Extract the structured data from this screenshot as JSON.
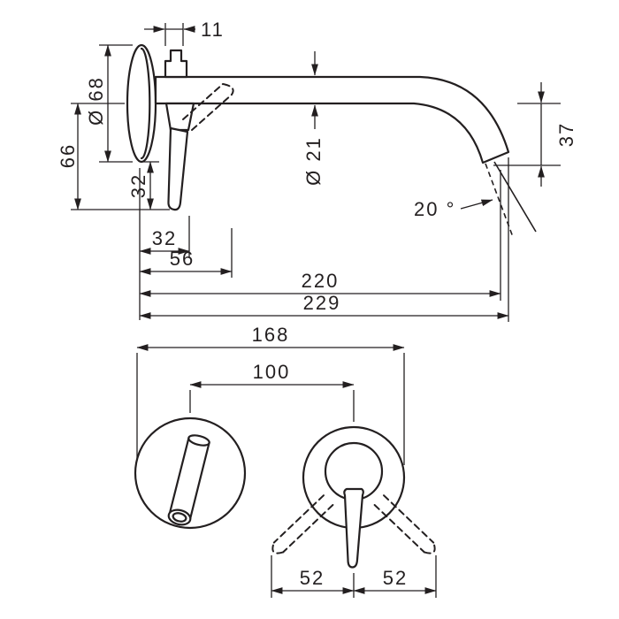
{
  "drawing": {
    "kind": "technical-dimension-drawing",
    "subject": "wall-mounted single-lever basin mixer, side view and front view",
    "line_color": "#231f20",
    "background_color": "#ffffff",
    "dims": {
      "d11": "11",
      "d68": "Ø 68",
      "d66": "66",
      "d32v": "32",
      "d32h": "32",
      "d56": "56",
      "d21": "Ø 21",
      "d37": "37",
      "d20": "20 °",
      "d220": "220",
      "d229": "229",
      "d168": "168",
      "d100": "100",
      "d52l": "52",
      "d52r": "52"
    }
  }
}
